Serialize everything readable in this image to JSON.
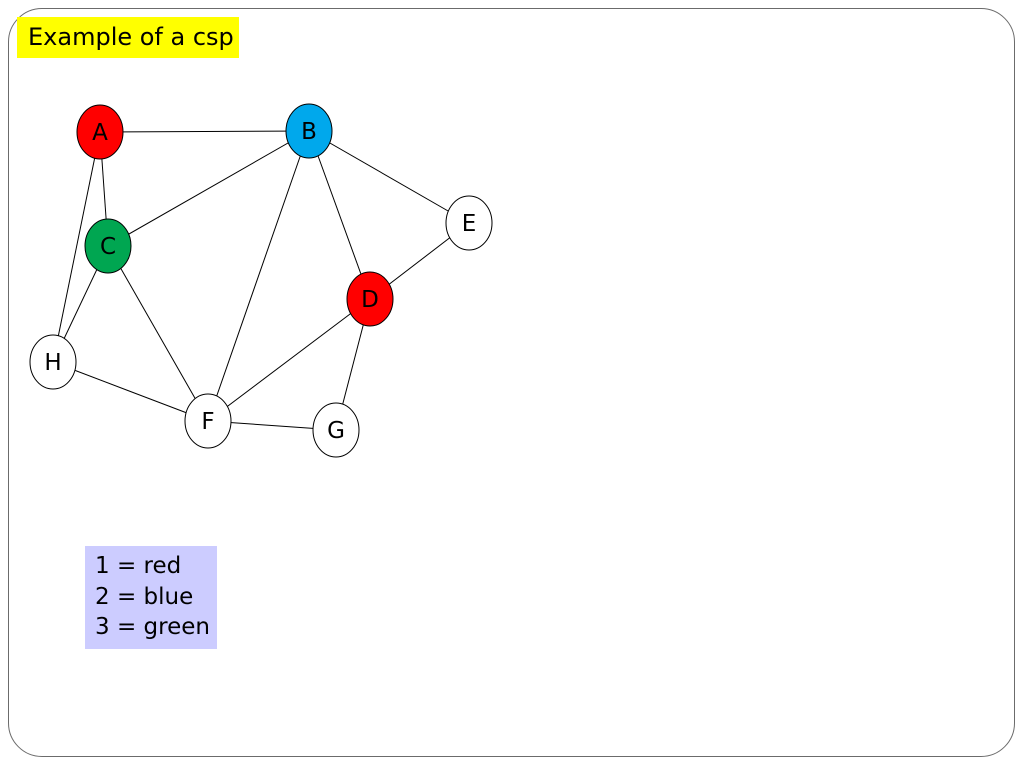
{
  "slide": {
    "title": "Example of a csp"
  },
  "legend": {
    "items": [
      "1 = red",
      "2 = blue",
      "3 = green"
    ]
  },
  "graph": {
    "colors": {
      "red": "#ff0000",
      "blue": "#00a8ec",
      "green": "#00a651",
      "uncolored": "#ffffff",
      "stroke": "#000000",
      "title_highlight": "#ffff00",
      "legend_background": "#ccccff"
    },
    "nodes": [
      {
        "id": "A",
        "label": "A",
        "color": "red"
      },
      {
        "id": "B",
        "label": "B",
        "color": "blue"
      },
      {
        "id": "C",
        "label": "C",
        "color": "green"
      },
      {
        "id": "D",
        "label": "D",
        "color": "red"
      },
      {
        "id": "E",
        "label": "E",
        "color": "uncolored"
      },
      {
        "id": "F",
        "label": "F",
        "color": "uncolored"
      },
      {
        "id": "G",
        "label": "G",
        "color": "uncolored"
      },
      {
        "id": "H",
        "label": "H",
        "color": "uncolored"
      }
    ],
    "edges": [
      [
        "A",
        "B"
      ],
      [
        "A",
        "C"
      ],
      [
        "A",
        "H"
      ],
      [
        "B",
        "C"
      ],
      [
        "B",
        "E"
      ],
      [
        "B",
        "D"
      ],
      [
        "B",
        "F"
      ],
      [
        "C",
        "H"
      ],
      [
        "C",
        "F"
      ],
      [
        "E",
        "D"
      ],
      [
        "D",
        "F"
      ],
      [
        "D",
        "G"
      ],
      [
        "H",
        "F"
      ],
      [
        "F",
        "G"
      ]
    ]
  }
}
